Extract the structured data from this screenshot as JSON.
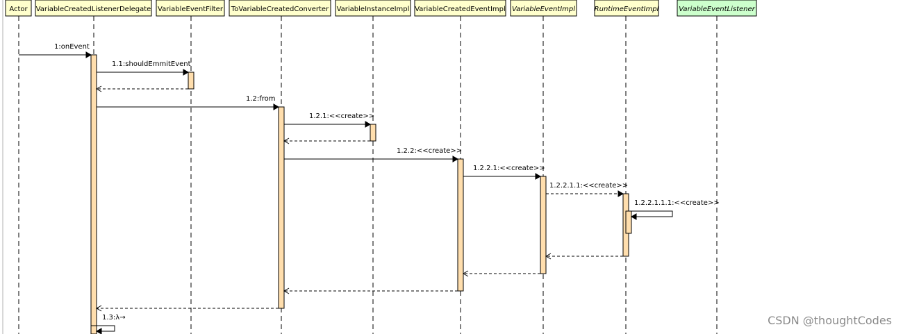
{
  "participants": [
    {
      "id": "actor",
      "name": "Actor",
      "style": "plain",
      "fill": "#ffffcc"
    },
    {
      "id": "delegate",
      "name": "VariableCreatedListenerDelegate",
      "style": "plain",
      "fill": "#ffffcc"
    },
    {
      "id": "filter",
      "name": "VariableEventFilter",
      "style": "plain",
      "fill": "#ffffcc"
    },
    {
      "id": "converter",
      "name": "ToVariableCreatedConverter",
      "style": "plain",
      "fill": "#ffffcc"
    },
    {
      "id": "instance",
      "name": "VariableInstanceImpl",
      "style": "plain",
      "fill": "#ffffcc"
    },
    {
      "id": "createdEvent",
      "name": "VariableCreatedEventImpl",
      "style": "plain",
      "fill": "#ffffcc"
    },
    {
      "id": "eventImpl",
      "name": "VariableEventImpl",
      "style": "italic",
      "fill": "#ffffcc"
    },
    {
      "id": "runtime",
      "name": "RuntimeEventImpl",
      "style": "italic",
      "fill": "#ffffcc"
    },
    {
      "id": "listener",
      "name": "VariableEventListener",
      "style": "italic",
      "fill": "#ccffcc"
    }
  ],
  "messages": [
    {
      "label": "1:onEvent",
      "from": "actor",
      "to": "delegate",
      "kind": "call"
    },
    {
      "label": "1.1:shouldEmmitEvent",
      "from": "delegate",
      "to": "filter",
      "kind": "call"
    },
    {
      "label": "",
      "from": "filter",
      "to": "delegate",
      "kind": "return"
    },
    {
      "label": "1.2:from",
      "from": "delegate",
      "to": "converter",
      "kind": "call"
    },
    {
      "label": "1.2.1:<<create>>",
      "from": "converter",
      "to": "instance",
      "kind": "call"
    },
    {
      "label": "",
      "from": "instance",
      "to": "converter",
      "kind": "return"
    },
    {
      "label": "1.2.2:<<create>>",
      "from": "converter",
      "to": "createdEvent",
      "kind": "call"
    },
    {
      "label": "1.2.2.1:<<create>>",
      "from": "createdEvent",
      "to": "eventImpl",
      "kind": "call"
    },
    {
      "label": "1.2.2.1.1:<<create>>",
      "from": "eventImpl",
      "to": "runtime",
      "kind": "call-dashed"
    },
    {
      "label": "1.2.2.1.1.1:<<create>>",
      "from": "runtime",
      "to": "runtime",
      "kind": "self"
    },
    {
      "label": "",
      "from": "runtime",
      "to": "eventImpl",
      "kind": "return"
    },
    {
      "label": "",
      "from": "eventImpl",
      "to": "createdEvent",
      "kind": "return"
    },
    {
      "label": "",
      "from": "createdEvent",
      "to": "converter",
      "kind": "return"
    },
    {
      "label": "",
      "from": "converter",
      "to": "delegate",
      "kind": "return"
    },
    {
      "label": "1.3:λ→",
      "from": "delegate",
      "to": "delegate",
      "kind": "self"
    }
  ],
  "colors": {
    "activation": "#ffdead",
    "header_default": "#ffffcc",
    "header_listener": "#ccffcc"
  },
  "watermark": "CSDN @thoughtCodes"
}
